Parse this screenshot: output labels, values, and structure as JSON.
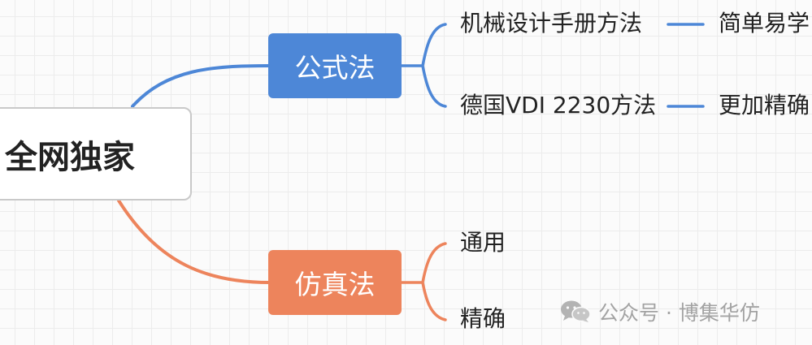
{
  "root": {
    "label": "全网独家"
  },
  "branches": [
    {
      "label": "公式法",
      "color": "#4d87d7",
      "children": [
        {
          "label": "机械设计手册方法",
          "detail": "简单易学"
        },
        {
          "label": "德国VDI 2230方法",
          "detail": "更加精确"
        }
      ]
    },
    {
      "label": "仿真法",
      "color": "#ed845c",
      "children": [
        {
          "label": "通用"
        },
        {
          "label": "精确"
        }
      ]
    }
  ],
  "watermark": {
    "text": "公众号 · 博集华仿",
    "icon": "wechat-icon"
  }
}
